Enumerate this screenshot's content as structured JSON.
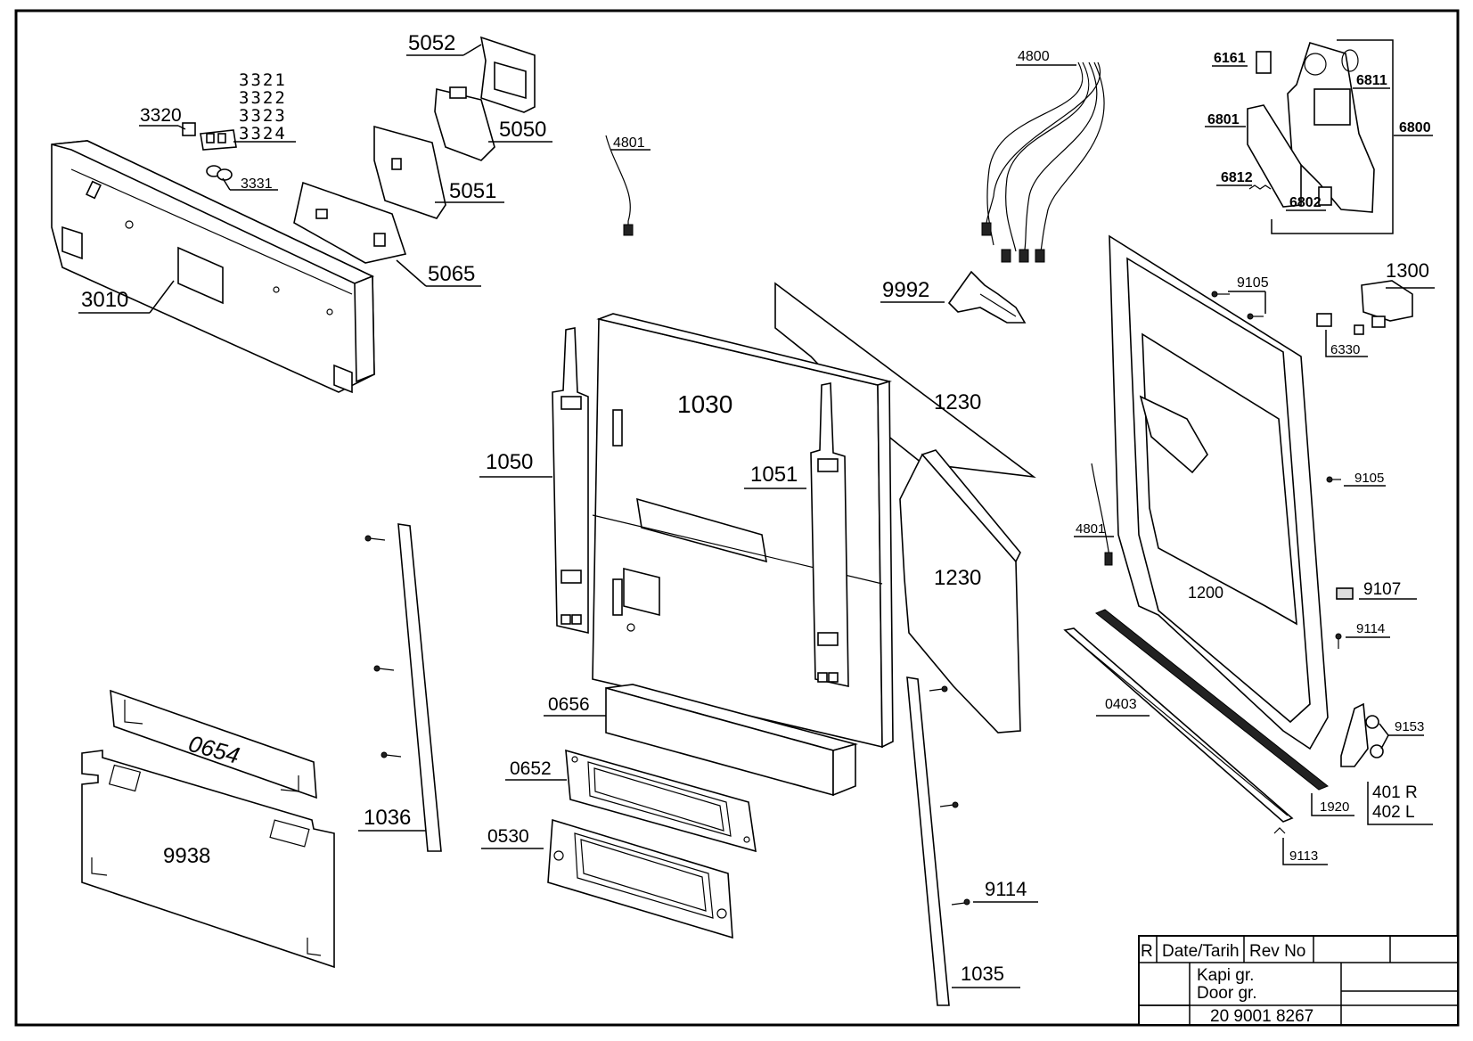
{
  "parts": {
    "p5052": "5052",
    "p5050": "5050",
    "p5051": "5051",
    "p5065": "5065",
    "p3010": "3010",
    "p3320": "3320",
    "p3321": "3321",
    "p3322": "3322",
    "p3323": "3323",
    "p3324": "3324",
    "p3331": "3331",
    "p4801a": "4801",
    "p4801b": "4801",
    "p4800": "4800",
    "p9992": "9992",
    "p1030": "1030",
    "p1050": "1050",
    "p1051": "1051",
    "p1230a": "1230",
    "p1230b": "1230",
    "p6161": "6161",
    "p6811": "6811",
    "p6801": "6801",
    "p6800": "6800",
    "p6812": "6812",
    "p6802": "6802",
    "p9105a": "9105",
    "p9105b": "9105",
    "p1300": "1300",
    "p6330": "6330",
    "p1200": "1200",
    "p9107": "9107",
    "p9114a": "9114",
    "p9114b": "9114",
    "p9153": "9153",
    "p0403": "0403",
    "p1920": "1920",
    "p401": "401 R",
    "p402": "402 L",
    "p9113": "9113",
    "p0654": "0654",
    "p9938": "9938",
    "p1036": "1036",
    "p0656": "0656",
    "p0652": "0652",
    "p0530": "0530",
    "p1035": "1035"
  },
  "title_block": {
    "r": "R",
    "date": "Date/Tarih",
    "rev": "Rev No",
    "title_tr": "Kapi gr.",
    "title_en": "Door gr.",
    "doc_no": "20 9001 8267"
  }
}
